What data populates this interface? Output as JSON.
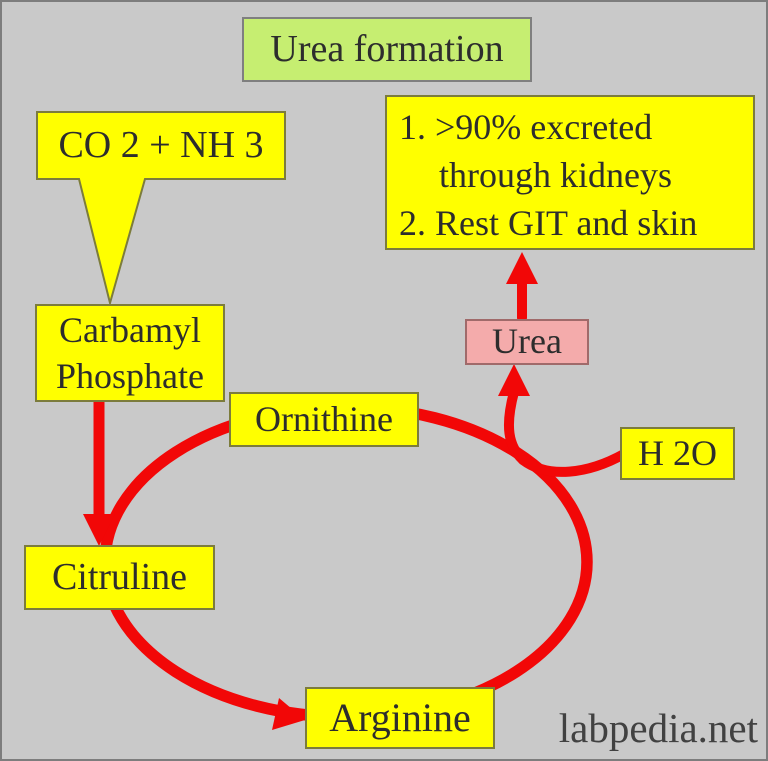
{
  "title": {
    "label": "Urea formation"
  },
  "colors": {
    "background": "#c9c9c9",
    "arrow": "#f20707",
    "box_yellow": "#ffff00",
    "box_green": "#c6ee71",
    "box_pink": "#f4abab",
    "box_border": "#7c7c3c",
    "text": "#2d2d2d"
  },
  "nodes": {
    "co2_nh3": {
      "label": "CO 2 + NH 3"
    },
    "carbamyl_phosphate": {
      "lines": [
        "Carbamyl",
        "Phosphate"
      ]
    },
    "ornithine": {
      "label": "Ornithine"
    },
    "citruline": {
      "label": "Citruline"
    },
    "arginine": {
      "label": "Arginine"
    },
    "urea": {
      "label": "Urea"
    },
    "h2o": {
      "label": "H 2O"
    },
    "excretion": {
      "lines": [
        "1. >90% excreted",
        "through kidneys",
        "2. Rest GIT and skin"
      ]
    }
  },
  "watermark": {
    "label": "labpedia.net"
  }
}
